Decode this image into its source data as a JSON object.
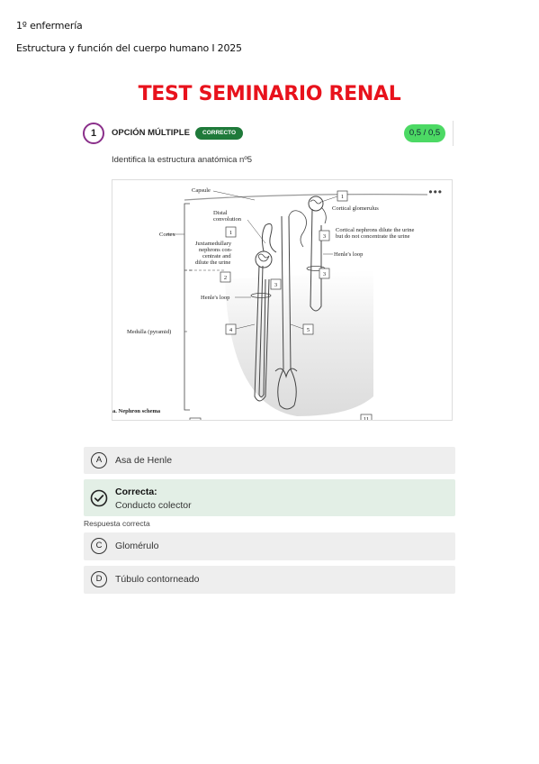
{
  "header": {
    "course": "1º enfermería",
    "subject": "Estructura y función del cuerpo humano I 2025"
  },
  "title": "TEST SEMINARIO RENAL",
  "question": {
    "number": "1",
    "type": "OPCIÓN MÚLTIPLE",
    "status_badge": "CORRECTO",
    "score": "0,5 / 0,5",
    "prompt": "Identifica la estructura anatómica nº5",
    "menu_icon": "more-dots-icon"
  },
  "figure": {
    "labels": {
      "capsule": "Capsule",
      "cortical_glomerulus": "Cortical glomerulus",
      "distal_1": "Distal",
      "distal_2": "convolution",
      "cortical_nephrons_1": "Cortical nephrons dilute the urine",
      "cortical_nephrons_2": "but do not concentrate the urine",
      "cortex": "Cortex",
      "juxta_1": "Juxtamedullary",
      "juxta_2": "nephrons con-",
      "juxta_3": "centrate and",
      "juxta_4": "dilute the urine",
      "henles_loop_right": "Henle's loop",
      "henles_loop_left": "Henle's loop",
      "medulla": "Medulla (pyramid)",
      "caption": "a. Nephron schema"
    },
    "numbers": {
      "n1_top": "1",
      "n1_left": "1",
      "n2": "2",
      "n3_right_top": "3",
      "n3_right": "3",
      "n3_mid": "3",
      "n4": "4",
      "n5": "5",
      "n11": "11"
    }
  },
  "options": {
    "a": {
      "letter": "A",
      "text": "Asa de Henle"
    },
    "b": {
      "label": "Correcta:",
      "text": "Conducto colector"
    },
    "answer_note": "Respuesta correcta",
    "c": {
      "letter": "C",
      "text": "Glomérulo"
    },
    "d": {
      "letter": "D",
      "text": "Túbulo contorneado"
    }
  },
  "colors": {
    "title": "#e8121c",
    "badge": "#1f7a3a",
    "score": "#4cd964",
    "question_ring": "#8a2f8a",
    "correct_bg": "#e3efe6"
  }
}
